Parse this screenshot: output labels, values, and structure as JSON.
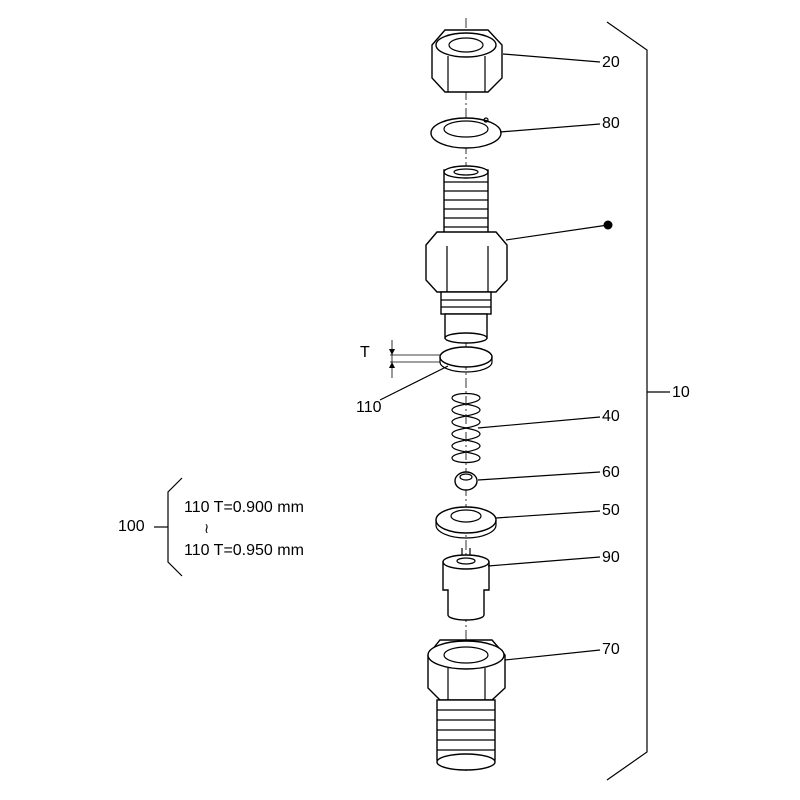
{
  "callouts": {
    "c20": "20",
    "c80": "80",
    "c10": "10",
    "c40": "40",
    "c60": "60",
    "c50": "50",
    "c90": "90",
    "c70": "70",
    "c110": "110",
    "c100": "100",
    "t": "T"
  },
  "shim_table": {
    "row1": "110  T=0.900 mm",
    "tilde": "≀",
    "row2": "110  T=0.950 mm"
  }
}
